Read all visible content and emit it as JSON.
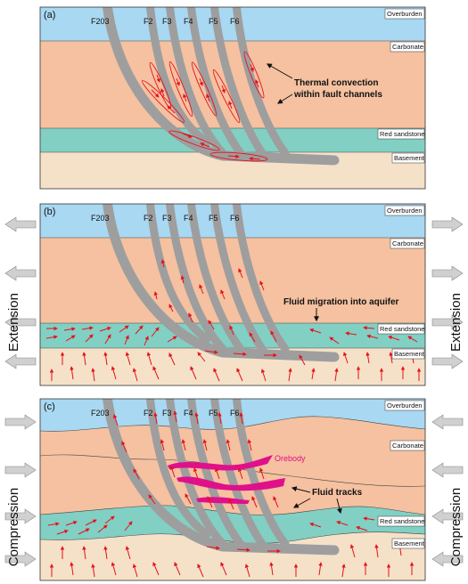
{
  "colors": {
    "overburden": "#a8d8f2",
    "carbonate": "#f5c1a0",
    "red_sandstone": "#82cfc4",
    "basement": "#f5e1c8",
    "fault": "#9e9e9e",
    "arrow": "#e8101a",
    "orebody": "#e0108a",
    "side_arrow": "#d0d0d0"
  },
  "panels": [
    {
      "label": "(a)",
      "faults": [
        "F203",
        "F2",
        "F3",
        "F4",
        "F5",
        "F6"
      ],
      "layers": [
        "Overburden",
        "Carbonate",
        "Red sandstone",
        "Basement"
      ],
      "annotations": [
        "Thermal convection",
        "within fault channels"
      ]
    },
    {
      "label": "(b)",
      "faults": [
        "F203",
        "F2",
        "F3",
        "F4",
        "F5",
        "F6"
      ],
      "layers": [
        "Overburden",
        "Carbonate",
        "Red sandstone",
        "Basement"
      ],
      "annotations": [
        "Fluid migration into aquifer"
      ],
      "side_label": "Extension"
    },
    {
      "label": "(c)",
      "faults": [
        "F203",
        "F2",
        "F3",
        "F4",
        "F5",
        "F6"
      ],
      "layers": [
        "Overburden",
        "Carbonate",
        "Red sandstone",
        "Basement"
      ],
      "annotations": [
        "Fluid tracks"
      ],
      "orebody_label": "Orebody",
      "side_label": "Compression"
    }
  ]
}
